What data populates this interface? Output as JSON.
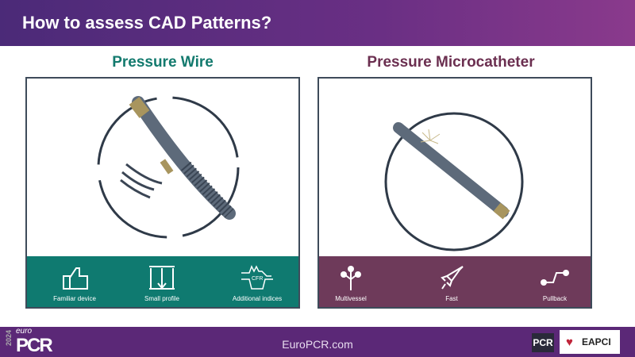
{
  "header": {
    "title": "How to assess CAD Patterns?"
  },
  "left": {
    "title": "Pressure Wire",
    "features": [
      {
        "label": "Familiar device",
        "icon": "thumbs-up-icon"
      },
      {
        "label": "Small profile",
        "icon": "profile-arrow-icon"
      },
      {
        "label": "Additional indices",
        "icon": "cfr-waveform-icon",
        "icon_text": "CFR"
      }
    ]
  },
  "right": {
    "title": "Pressure Microcatheter",
    "features": [
      {
        "label": "Multivessel",
        "icon": "branch-icon"
      },
      {
        "label": "Fast",
        "icon": "rocket-icon"
      },
      {
        "label": "Pullback",
        "icon": "pullback-icon"
      }
    ]
  },
  "footer": {
    "year": "2024",
    "brand_small": "euro",
    "brand": "PCR",
    "url": "EuroPCR.com",
    "logo1": "PCR",
    "logo2": "EAPCI"
  },
  "colors": {
    "teal": "#0f7a70",
    "plum": "#6e3a5a",
    "purple": "#5b2877"
  }
}
